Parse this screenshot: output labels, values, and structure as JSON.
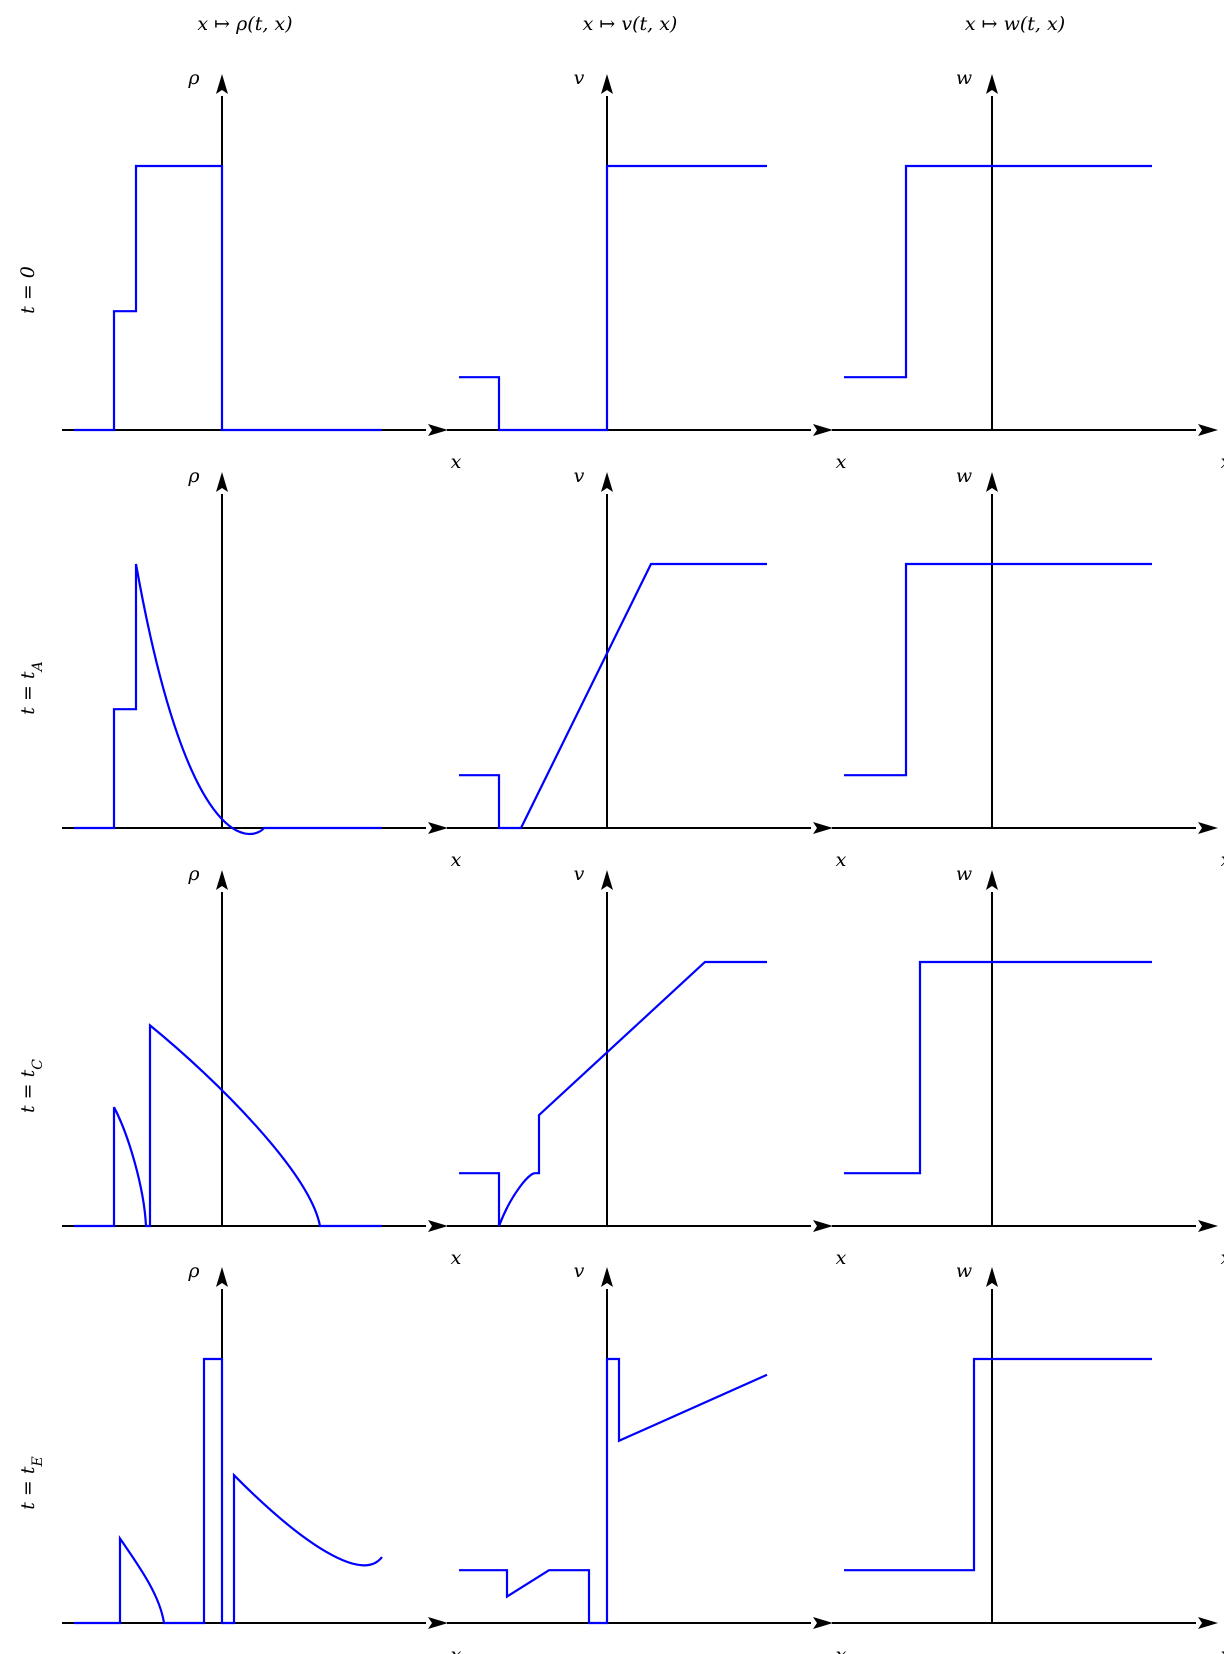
{
  "colors": {
    "curve": "#0000ff",
    "axis": "#000000",
    "background": "#ffffff"
  },
  "column_titles": [
    "x ↦ ρ(t, x)",
    "x ↦ v(t, x)",
    "x ↦ w(t, x)"
  ],
  "rows": [
    {
      "label": "t = 0",
      "panels": [
        {
          "ylabel": "ρ",
          "xlabel": "x",
          "paths": [
            [
              [
                "M",
                -3.7,
                0
              ],
              [
                "L",
                -2.7,
                0
              ],
              [
                "L",
                -2.7,
                0.45
              ],
              [
                "L",
                -2.15,
                0.45
              ],
              [
                "L",
                -2.15,
                1
              ],
              [
                "L",
                0,
                1
              ],
              [
                "L",
                0,
                0
              ],
              [
                "L",
                4,
                0
              ]
            ]
          ]
        },
        {
          "ylabel": "v",
          "xlabel": "x",
          "paths": [
            [
              [
                "M",
                -3.7,
                0.2
              ],
              [
                "L",
                -2.7,
                0.2
              ],
              [
                "L",
                -2.7,
                0
              ],
              [
                "L",
                0,
                0
              ],
              [
                "L",
                0,
                1
              ],
              [
                "L",
                4,
                1
              ]
            ]
          ]
        },
        {
          "ylabel": "w",
          "xlabel": "x",
          "paths": [
            [
              [
                "M",
                -3.7,
                0.2
              ],
              [
                "L",
                -2.15,
                0.2
              ],
              [
                "L",
                -2.15,
                1
              ],
              [
                "L",
                4,
                1
              ]
            ]
          ]
        }
      ]
    },
    {
      "label": "t = t_A",
      "panels": [
        {
          "ylabel": "ρ",
          "xlabel": "x",
          "paths": [
            [
              [
                "M",
                -3.7,
                0
              ],
              [
                "L",
                -2.7,
                0
              ],
              [
                "L",
                -2.7,
                0.45
              ],
              [
                "L",
                -2.15,
                0.45
              ],
              [
                "L",
                -2.15,
                1
              ],
              [
                "C",
                -0.8,
                -0.15,
                0.85,
                -0.04,
                1.05,
                0
              ],
              [
                "L",
                4,
                0
              ]
            ]
          ]
        },
        {
          "ylabel": "v",
          "xlabel": "x",
          "paths": [
            [
              [
                "M",
                -3.7,
                0.2
              ],
              [
                "L",
                -2.7,
                0.2
              ],
              [
                "L",
                -2.7,
                0
              ],
              [
                "L",
                -2.15,
                0
              ],
              [
                "L",
                1.1,
                1
              ],
              [
                "L",
                4,
                1
              ]
            ]
          ]
        },
        {
          "ylabel": "w",
          "xlabel": "x",
          "paths": [
            [
              [
                "M",
                -3.7,
                0.2
              ],
              [
                "L",
                -2.15,
                0.2
              ],
              [
                "L",
                -2.15,
                1
              ],
              [
                "L",
                4,
                1
              ]
            ]
          ]
        }
      ]
    },
    {
      "label": "t = t_C",
      "panels": [
        {
          "ylabel": "ρ",
          "xlabel": "x",
          "paths": [
            [
              [
                "M",
                -3.7,
                0
              ],
              [
                "L",
                -2.7,
                0
              ],
              [
                "L",
                -2.7,
                0.45
              ],
              [
                "C",
                -2.35,
                0.35,
                -1.95,
                0.15,
                -1.9,
                0
              ],
              [
                "L",
                -1.8,
                0
              ],
              [
                "L",
                -1.8,
                0.76
              ],
              [
                "C",
                -0.1,
                0.55,
                2.2,
                0.2,
                2.45,
                0
              ],
              [
                "L",
                4,
                0
              ]
            ]
          ]
        },
        {
          "ylabel": "v",
          "xlabel": "x",
          "paths": [
            [
              [
                "M",
                -3.7,
                0.2
              ],
              [
                "L",
                -2.7,
                0.2
              ],
              [
                "L",
                -2.7,
                0
              ],
              [
                "C",
                -2.4,
                0.12,
                -1.95,
                0.2,
                -1.8,
                0.2
              ],
              [
                "L",
                -1.7,
                0.2
              ],
              [
                "L",
                -1.7,
                0.42
              ],
              [
                "L",
                2.45,
                1
              ],
              [
                "L",
                4,
                1
              ]
            ]
          ]
        },
        {
          "ylabel": "w",
          "xlabel": "x",
          "paths": [
            [
              [
                "M",
                -3.7,
                0.2
              ],
              [
                "L",
                -1.8,
                0.2
              ],
              [
                "L",
                -1.8,
                1
              ],
              [
                "L",
                4,
                1
              ]
            ]
          ]
        }
      ]
    },
    {
      "label": "t = t_E",
      "panels": [
        {
          "ylabel": "ρ",
          "xlabel": "x",
          "paths": [
            [
              [
                "M",
                -3.7,
                0
              ],
              [
                "L",
                -2.55,
                0
              ],
              [
                "L",
                -2.55,
                0.32
              ],
              [
                "C",
                -2.0,
                0.2,
                -1.55,
                0.1,
                -1.45,
                0
              ],
              [
                "L",
                -0.45,
                0
              ],
              [
                "L",
                -0.45,
                1
              ],
              [
                "L",
                0,
                1
              ],
              [
                "L",
                0,
                0
              ],
              [
                "L",
                0.3,
                0
              ],
              [
                "L",
                0.3,
                0.56
              ],
              [
                "C",
                2.0,
                0.3,
                3.5,
                0.15,
                4,
                0.25
              ]
            ]
          ]
        },
        {
          "ylabel": "v",
          "xlabel": "x",
          "paths": [
            [
              [
                "M",
                -3.7,
                0.2
              ],
              [
                "L",
                -2.5,
                0.2
              ],
              [
                "L",
                -2.5,
                0.1
              ],
              [
                "L",
                -1.45,
                0.2
              ],
              [
                "L",
                -0.45,
                0.2
              ],
              [
                "L",
                -0.45,
                0
              ],
              [
                "L",
                0,
                0
              ],
              [
                "L",
                0,
                1
              ],
              [
                "L",
                0.3,
                1
              ],
              [
                "L",
                0.3,
                0.69
              ],
              [
                "L",
                4,
                0.94
              ]
            ]
          ]
        },
        {
          "ylabel": "w",
          "xlabel": "x",
          "paths": [
            [
              [
                "M",
                -3.7,
                0.2
              ],
              [
                "L",
                -0.45,
                0.2
              ],
              [
                "L",
                -0.45,
                1
              ],
              [
                "L",
                4,
                1
              ]
            ]
          ]
        }
      ]
    }
  ]
}
